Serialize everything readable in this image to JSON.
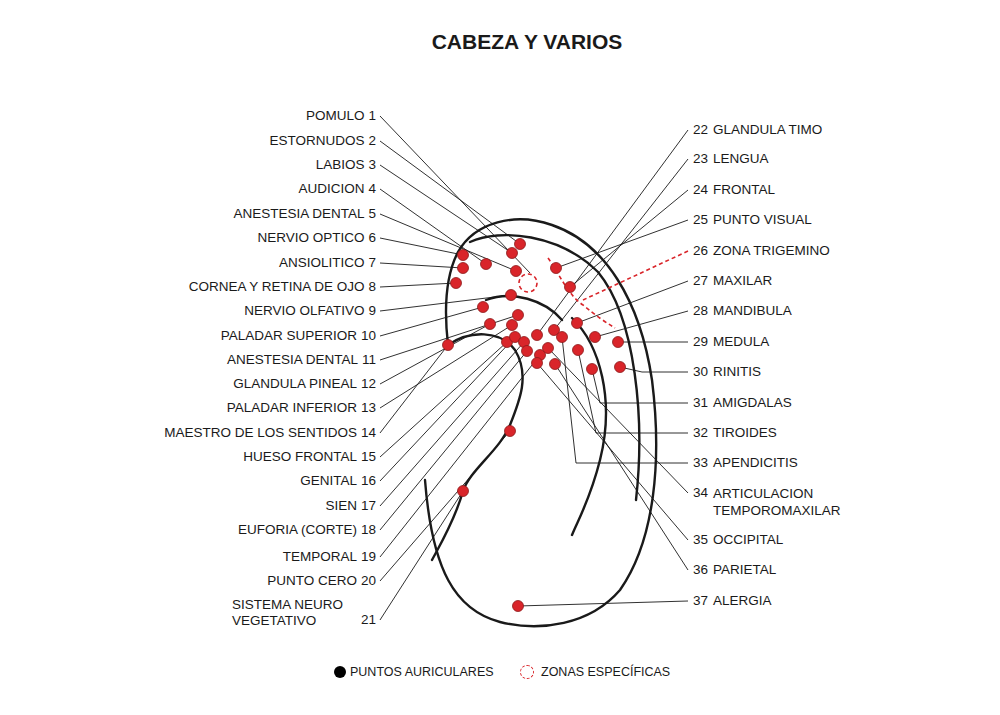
{
  "diagram": {
    "title": "CABEZA Y VARIOS",
    "labels": [
      "POMULO",
      "1",
      "ESTORNUDOS",
      "2",
      "LABIOS",
      "3",
      "AUDICION",
      "4",
      "ANESTESIA DENTAL",
      "5",
      "NERVIO OPTICO",
      "6",
      "ANSIOLITICO",
      "7",
      "CORNEA Y RETINA DE OJO",
      "8",
      "NERVIO OLFATIVO",
      "9",
      "PALADAR SUPERIOR",
      "10",
      "ANESTESIA DENTAL",
      "11",
      "GLANDULA PINEAL",
      "12",
      "PALADAR INFERIOR",
      "13",
      "MAESTRO DE LOS SENTIDOS",
      "14",
      "HUESO FRONTAL",
      "15",
      "GENITAL",
      "16",
      "SIEN",
      "17",
      "EUFORIA (CORTE)",
      "18",
      "TEMPORAL",
      "19",
      "PUNTO CERO",
      "20",
      "SISTEMA NEURO VEGETATIVO",
      "21",
      "22",
      "GLANDULA TIMO",
      "23",
      "LENGUA",
      "24",
      "FRONTAL",
      "25",
      "PUNTO VISUAL",
      "26",
      "ZONA TRIGEMINO",
      "27",
      "MAXILAR",
      "28",
      "MANDIBULA",
      "29",
      "MEDULA",
      "30",
      "RINITIS",
      "31",
      "AMIGDALAS",
      "32",
      "TIROIDES",
      "33",
      "APENDICITIS",
      "34",
      "ARTICULACION TEMPOROMAXILAR",
      "35",
      "OCCIPITAL",
      "36",
      "PARIETAL",
      "37",
      "ALERGIA"
    ],
    "legend": [
      {
        "text": "PUNTOS AURICULARES",
        "color": "#000000"
      },
      {
        "text": "ZONAS ESPECÍFICAS"
      }
    ]
  }
}
